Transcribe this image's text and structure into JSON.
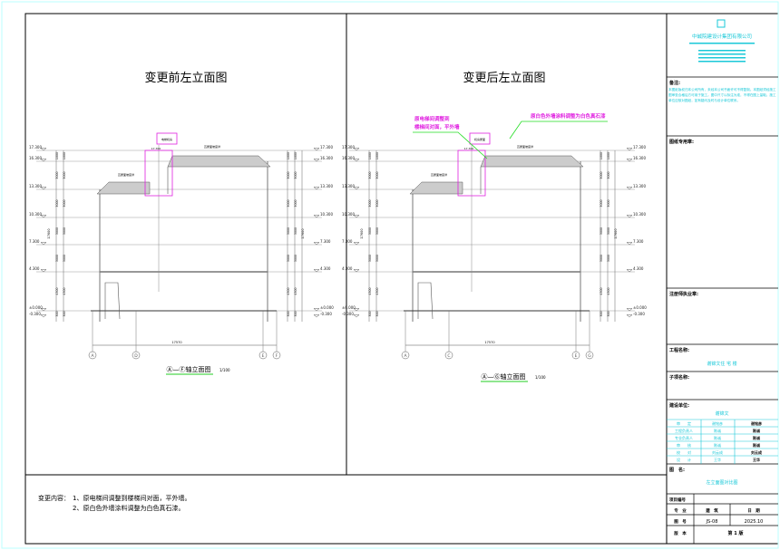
{
  "left_view": {
    "title": "变更前左立面图",
    "caption": "Ⓐ—Ⓕ轴立面图",
    "scale": "1/100",
    "axes": [
      "A",
      "D",
      "E",
      "F"
    ],
    "overall_dim": "17570",
    "room_label": "电梯机房",
    "roof_label_1": "瓦屋面坡度详",
    "roof_label_2": "瓦屋面坡度详",
    "top_level": "17.700"
  },
  "right_view": {
    "title": "变更后左立面图",
    "caption": "Ⓐ—Ⓖ轴立面图",
    "scale": "1/100",
    "axes": [
      "A",
      "C",
      "E",
      "G"
    ],
    "overall_dim": "17570",
    "room_label": "机房屋面",
    "roof_label_1": "瓦屋面坡度详",
    "roof_label_2": "瓦屋面坡度详",
    "top_level": "17.700",
    "note_1_line1": "原电梯间调整到",
    "note_1_line2": "楼梯间对面，平外墙",
    "note_2": "原白色外墙涂料调整为白色真石漆"
  },
  "levels": [
    "17.300",
    "16.300",
    "13.300",
    "10.300",
    "7.300",
    "4.300",
    "±0.000",
    "-0.300"
  ],
  "floor_dims": [
    "1000",
    "3000",
    "3000",
    "3000",
    "3000",
    "4300",
    "300"
  ],
  "total_height": "17600",
  "change_notes": {
    "label": "变更内容：",
    "item1": "1、原电梯间调整到楼梯间对面，平外墙。",
    "item2": "2、原白色外墙涂料调整为白色真石漆。"
  },
  "title_block": {
    "company": "中誠院建设计集团有限公司",
    "remarks_label": "备注:",
    "remarks_text": "本图纸版权归本公司所有，未经本公司书面许可不得复制。本图纸须经施工图审查合格后方可用于施工。图中尺寸以标注为准，不得在图上量取。施工单位应核对图纸，如有疑问及时与设计单位联系。",
    "stamp_label": "图纸专用章:",
    "reg_label": "注册师执业章:",
    "project_label": "工程名称:",
    "project_value": "谢锦文住 宅 楼",
    "subproject_label": "子项名称:",
    "client_label": "建设单位:",
    "client_value": "谢锦文",
    "sign_rows": [
      {
        "role": "审　　定",
        "name": "谢铭彦",
        "sig": "谢铭彦"
      },
      {
        "role": "工程负责人",
        "name": "陈诚",
        "sig": "陈诚"
      },
      {
        "role": "专业负责人",
        "name": "陈诚",
        "sig": "陈诚"
      },
      {
        "role": "审　　核",
        "name": "陈诚",
        "sig": "陈诚"
      },
      {
        "role": "校　　对",
        "name": "刘云成",
        "sig": "刘云成"
      },
      {
        "role": "设　　计",
        "name": "王华",
        "sig": "王华"
      }
    ],
    "drawing_name_label": "图　名:",
    "drawing_name": "左立面图对比图",
    "project_no_label": "项目编号",
    "discipline_label": "专　业",
    "discipline_value": "建　筑",
    "date_label": "日　期",
    "drawing_no_label": "图　号",
    "drawing_no": "JS-08",
    "date_value": "2025.10",
    "version_label": "版　本",
    "version_value": "第 1 版"
  }
}
